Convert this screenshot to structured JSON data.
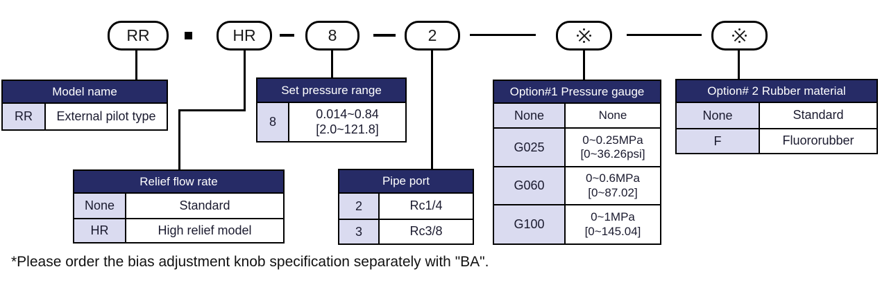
{
  "code_row": {
    "model": "RR",
    "separator_dot": "▪",
    "relief": "HR",
    "separator_dash": "–",
    "pressure": "8",
    "pipe": "2",
    "option1_symbol": "※",
    "option2_symbol": "※"
  },
  "tables": {
    "model_name": {
      "title": "Model name",
      "rows": [
        {
          "key": "RR",
          "value": "External pilot type"
        }
      ]
    },
    "relief_flow_rate": {
      "title": "Relief flow rate",
      "rows": [
        {
          "key": "None",
          "value": "Standard"
        },
        {
          "key": "HR",
          "value": "High relief model"
        }
      ]
    },
    "set_pressure_range": {
      "title": "Set pressure range",
      "rows": [
        {
          "key": "8",
          "value": "0.014~0.84\n[2.0~121.8]"
        }
      ]
    },
    "pipe_port": {
      "title": "Pipe port",
      "rows": [
        {
          "key": "2",
          "value": "Rc1/4"
        },
        {
          "key": "3",
          "value": "Rc3/8"
        }
      ]
    },
    "option1_pressure_gauge": {
      "title": "Option#1 Pressure gauge",
      "rows": [
        {
          "key": "None",
          "value": "None"
        },
        {
          "key": "G025",
          "value": "0~0.25MPa\n[0~36.26psi]"
        },
        {
          "key": "G060",
          "value": "0~0.6MPa\n[0~87.02]"
        },
        {
          "key": "G100",
          "value": "0~1MPa\n[0~145.04]"
        }
      ]
    },
    "option2_rubber_material": {
      "title": "Option# 2 Rubber material",
      "rows": [
        {
          "key": "None",
          "value": "Standard"
        },
        {
          "key": "F",
          "value": "Fluororubber"
        }
      ]
    }
  },
  "footnote": "*Please order the bias adjustment knob specification separately with \"BA\".",
  "colors": {
    "header_bg": "#262b66",
    "key_cell_bg": "#dadbf0",
    "border": "#000000"
  }
}
